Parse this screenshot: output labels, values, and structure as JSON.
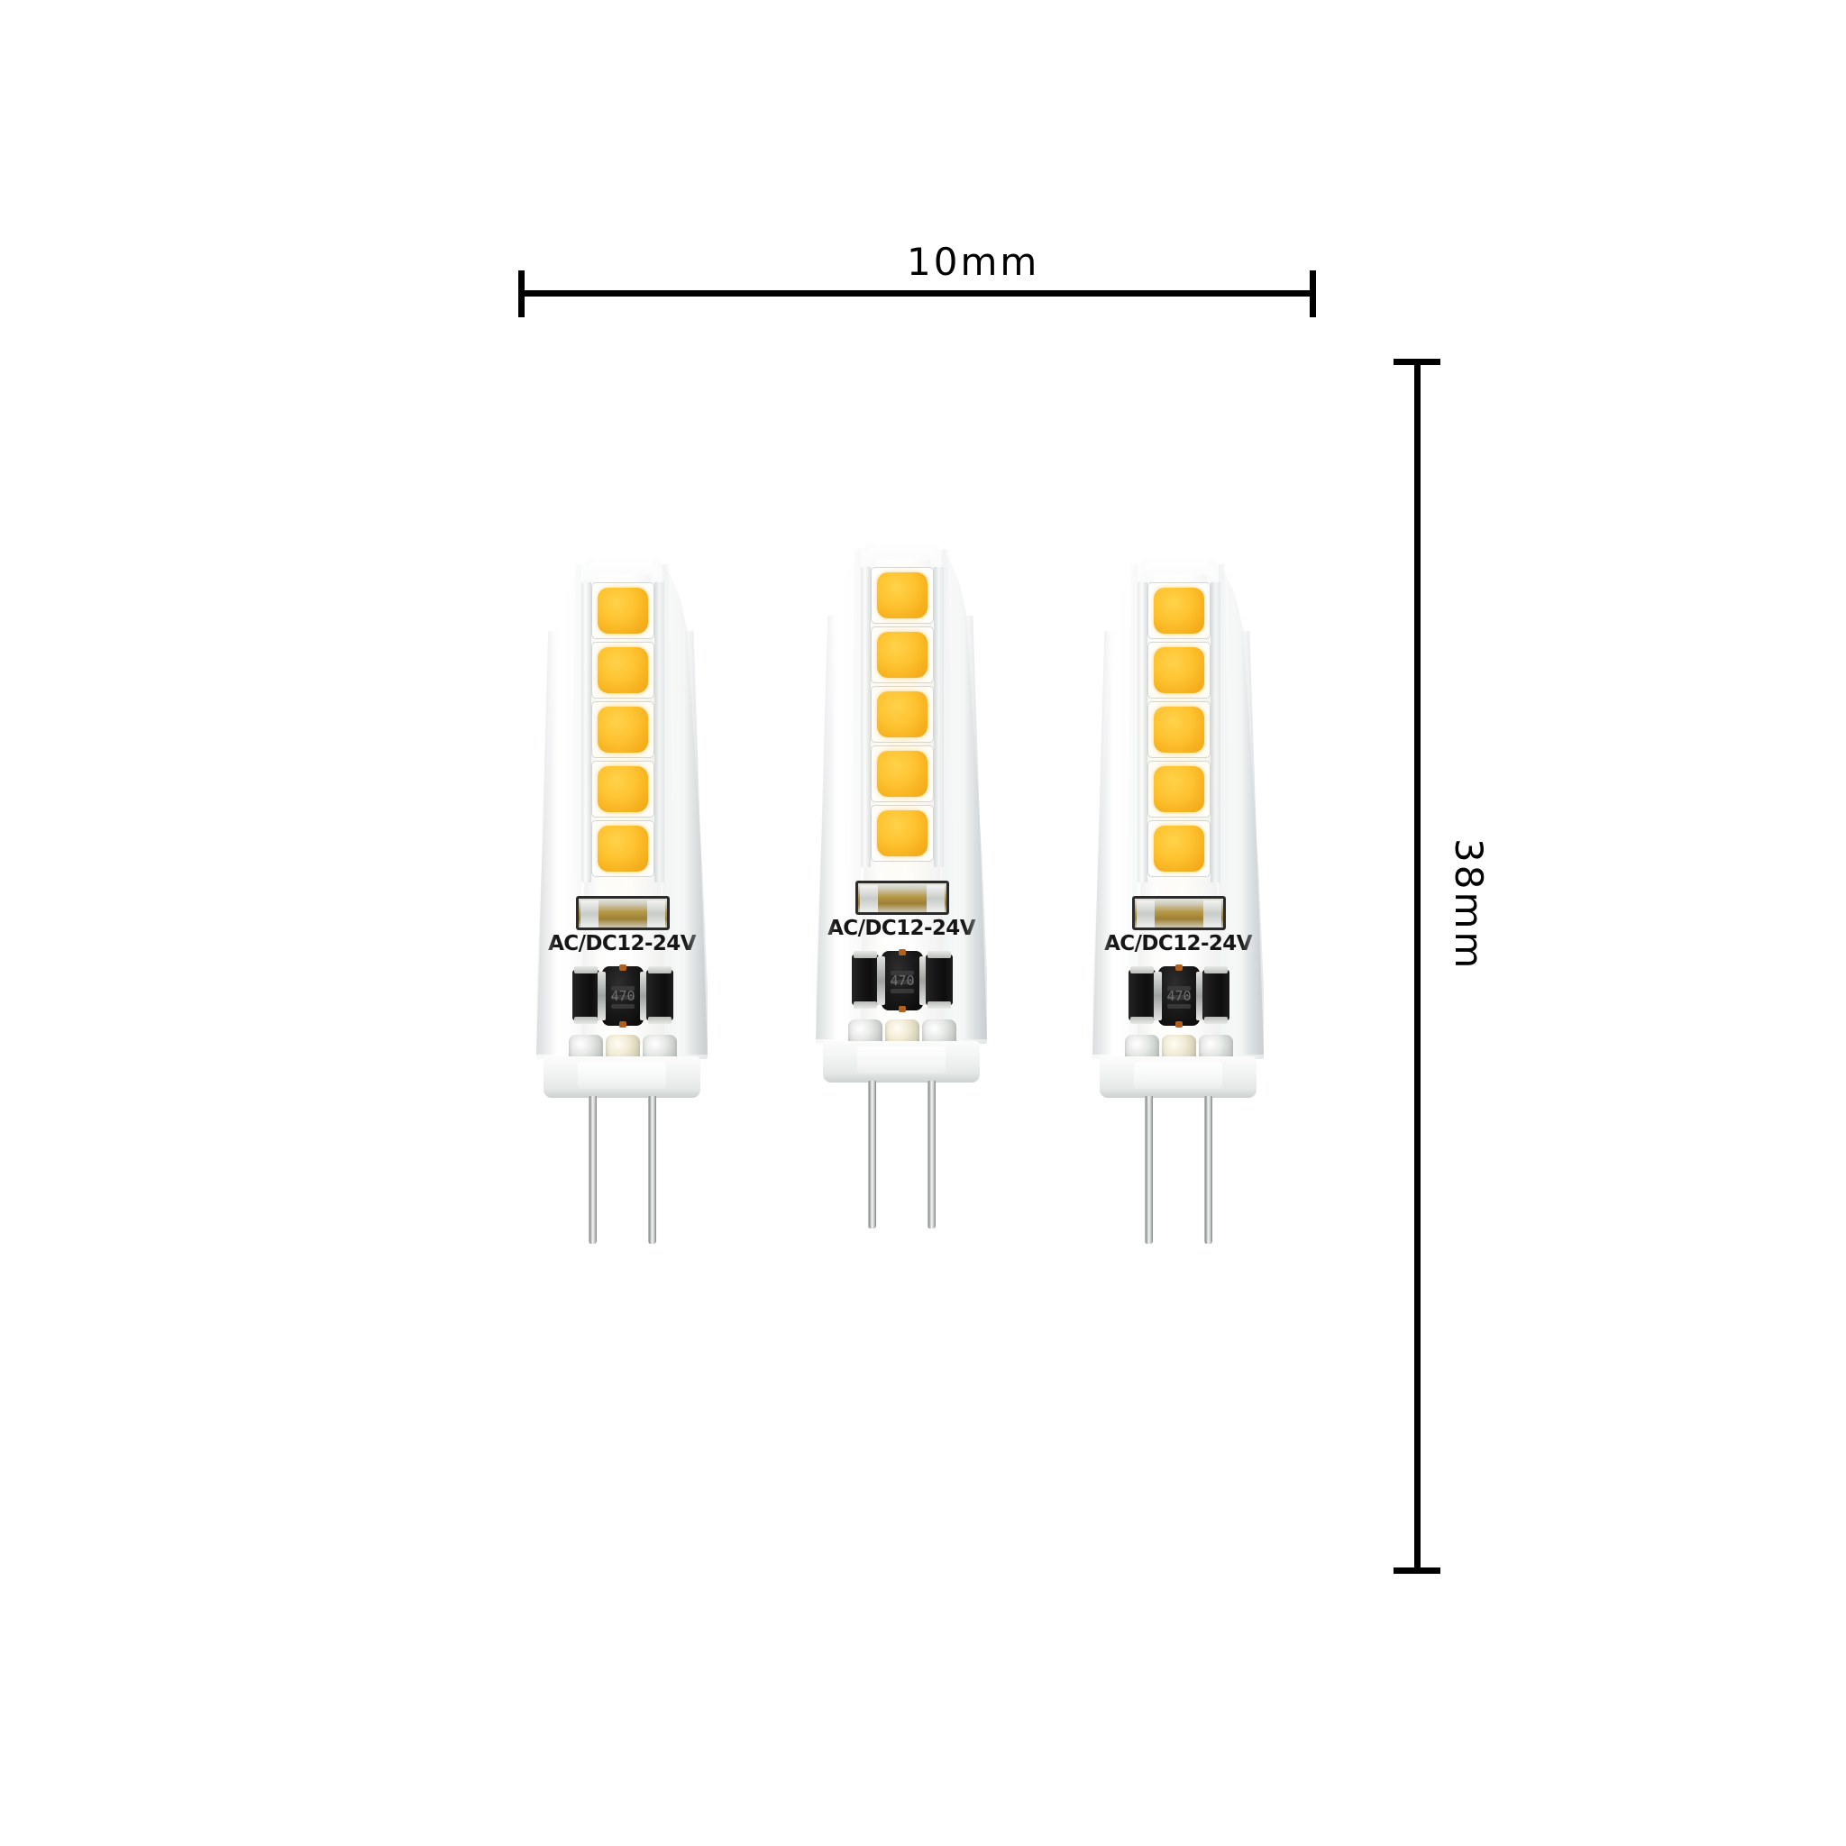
{
  "product": {
    "name": "G4 LED bulb",
    "count": 3,
    "printed_label": "AC/DC12-24V",
    "inductor_code": "470",
    "led_chips_per_bulb": 5,
    "pins_per_bulb": 2,
    "colors": {
      "led_amber": "#ffc22e",
      "led_amber_dark": "#eda412",
      "body_white": "#ffffff",
      "component_black": "#121212",
      "pin_chrome": "#c8ccca",
      "brass": "#b89a4a",
      "annotation_black": "#000000",
      "background": "#ffffff"
    }
  },
  "dimensions": {
    "width": {
      "label": "10mm",
      "orientation": "horizontal"
    },
    "height": {
      "label": "38mm",
      "orientation": "vertical"
    }
  },
  "bulbs": [
    {
      "id": "bulb-left",
      "label": "AC/DC12-24V",
      "inductor_code": "470"
    },
    {
      "id": "bulb-center",
      "label": "AC/DC12-24V",
      "inductor_code": "470"
    },
    {
      "id": "bulb-right",
      "label": "AC/DC12-24V",
      "inductor_code": "470"
    }
  ]
}
